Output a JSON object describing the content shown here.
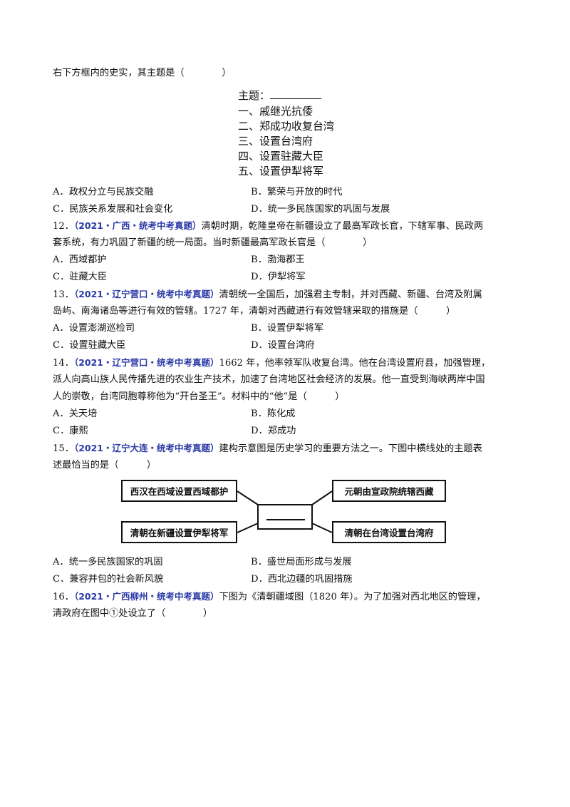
{
  "q11_tail": "右下方框内的史实，其主题是（　　　　）",
  "q11_box": {
    "title": "主题：",
    "items": [
      "一、戚继光抗倭",
      "二、郑成功收复台湾",
      "三、设置台湾府",
      "四、设置驻藏大臣",
      "五、设置伊犁将军"
    ]
  },
  "q11_options": {
    "A": "A．政权分立与民族交融",
    "B": "B．繁荣与开放的时代",
    "C": "C．民族关系发展和社会变化",
    "D": "D．统一多民族国家的巩固与发展"
  },
  "q12": {
    "num": "12．",
    "src": "（2021・广西・统考中考真题）",
    "text1": "清朝时期，乾隆皇帝在新疆设立了最高军政长官，下辖军事、民政两",
    "text2": "套系统，有力巩固了新疆的统一局面。当时新疆最高军政长官是（　　　　）",
    "A": "A．西域都护",
    "B": "B．渤海郡王",
    "C": "C．驻藏大臣",
    "D": "D．伊犁将军"
  },
  "q13": {
    "num": "13．",
    "src": "（2021・辽宁营口・统考中考真题）",
    "text1": "清朝统一全国后，加强君主专制，并对西藏、新疆、台湾及附属",
    "text2": "岛屿、南海诸岛等进行有效的管辖。1727 年，清朝对西藏进行有效管辖采取的措施是（　　　）",
    "A": "A．设置澎湖巡检司",
    "B": "B．设置伊犁将军",
    "C": "C．设置驻藏大臣",
    "D": "D．设置台湾府"
  },
  "q14": {
    "num": "14．",
    "src": "（2021・辽宁营口・统考中考真题）",
    "text1": "1662 年，他率领军队收复台湾。他在台湾设置府县，加强管理，",
    "text2": "派人向高山族人民传播先进的农业生产技术，加速了台湾地区社会经济的发展。他一直受到海峡两岸中国",
    "text3": "人的崇敬，台湾同胞尊称他为“开台圣王”。材料中的“他”是（　　　）",
    "A": "A．关天培",
    "B": "B．陈化成",
    "C": "C．康熙",
    "D": "D．郑成功"
  },
  "q15": {
    "num": "15．",
    "src": "（2021・辽宁大连・统考中考真题）",
    "text1": "建构示意图是历史学习的重要方法之一。下图中横线处的主题表",
    "text2": "述最恰当的是（　　　）",
    "diagram": {
      "top_left": "西汉在西域设置西域都护",
      "top_right": "元朝由宣政院统辖西藏",
      "bottom_left": "清朝在新疆设置伊犁将军",
      "bottom_right": "清朝在台湾设置台湾府"
    },
    "A": "A．统一多民族国家的巩固",
    "B": "B．盛世局面形成与发展",
    "C": "C．兼容并包的社会新风貌",
    "D": "D．西北边疆的巩固措施"
  },
  "q16": {
    "num": "16．",
    "src": "（2021・广西柳州・统考中考真题）",
    "text1": "下图为《清朝疆域图（1820 年）。为了加强对西北地区的管理，",
    "text2": "清政府在图中①处设立了（　　　　）"
  }
}
